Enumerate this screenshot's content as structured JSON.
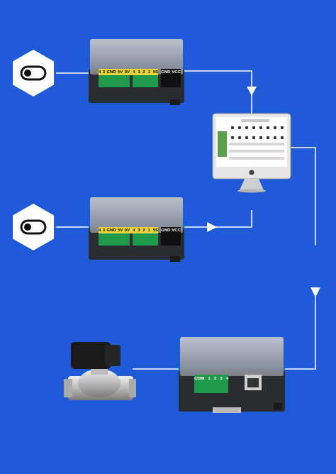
{
  "diagram": {
    "nodes": [
      {
        "text": [
          "4 3 GND 5V 0V",
          "4 3 2 1 5S",
          "GND VCC"
        ]
      },
      {
        "text": [
          "4 3 GND 5V 0V",
          "4 3 2 1 5S",
          "GND VCC"
        ]
      },
      {
        "text": [
          "COM 1 2 3 4"
        ]
      }
    ]
  }
}
